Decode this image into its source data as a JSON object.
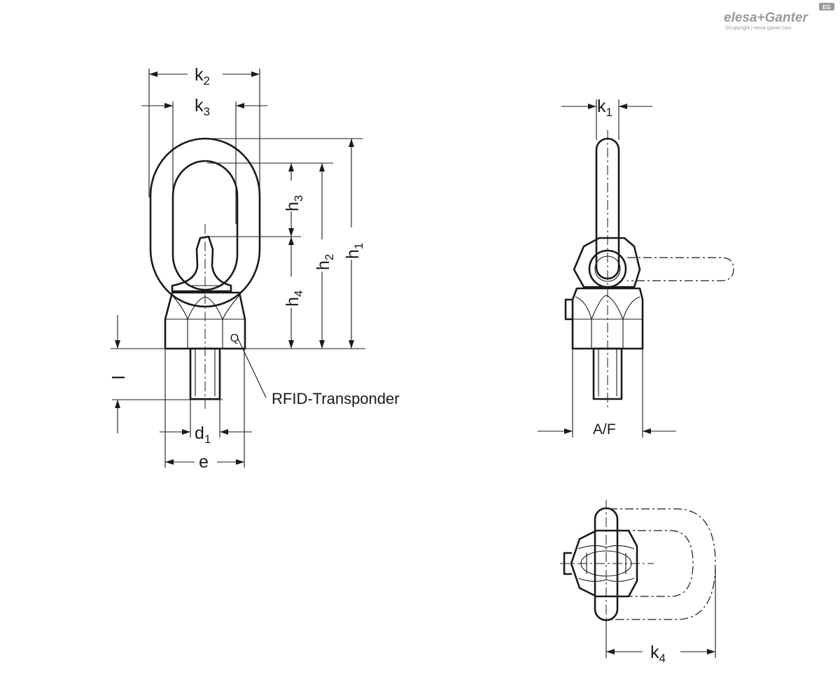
{
  "brand": {
    "logo_text": "elesa+Ganter",
    "badge_text": "EG",
    "copyright": "©Copyright | elesa-ganter.com"
  },
  "dimensions": {
    "k2": {
      "base": "k",
      "sub": "2"
    },
    "k3": {
      "base": "k",
      "sub": "3"
    },
    "k1": {
      "base": "k",
      "sub": "1"
    },
    "h1": {
      "base": "h",
      "sub": "1"
    },
    "h2": {
      "base": "h",
      "sub": "2"
    },
    "h3": {
      "base": "h",
      "sub": "3"
    },
    "h4": {
      "base": "h",
      "sub": "4"
    },
    "l": {
      "base": "l"
    },
    "d1": {
      "base": "d",
      "sub": "1"
    },
    "e": {
      "base": "e"
    },
    "af": {
      "base": "A/F"
    },
    "k4": {
      "base": "k",
      "sub": "4"
    }
  },
  "callouts": {
    "rfid": "RFID-Transponder",
    "rfid_mark": "Q"
  }
}
